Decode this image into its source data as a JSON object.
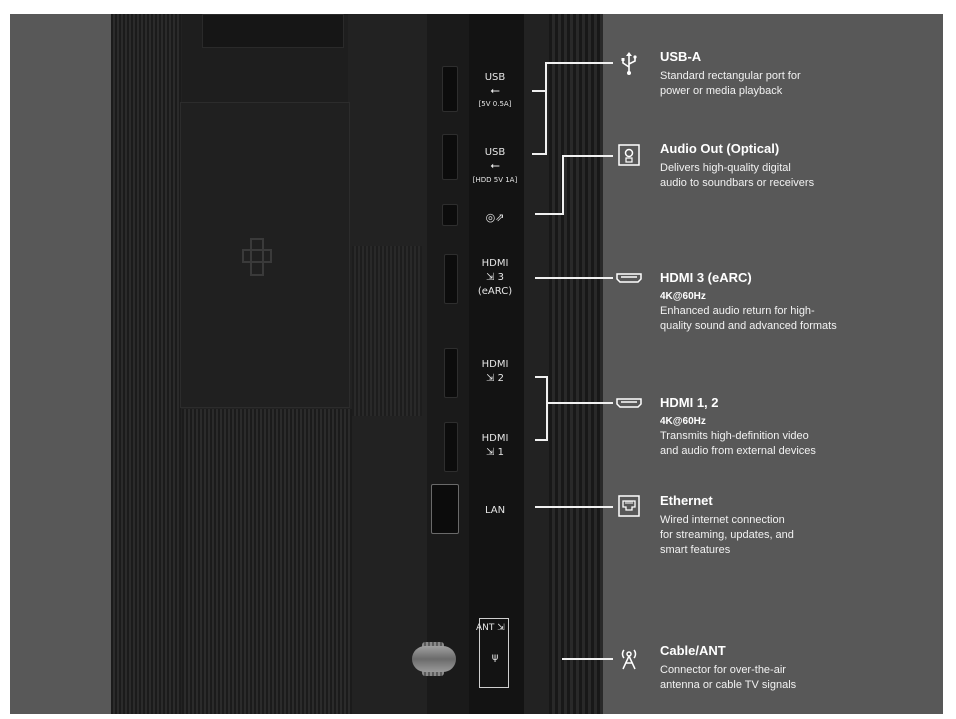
{
  "panel_labels": {
    "usb1_name": "USB",
    "usb1_rating": "[5V 0.5A]",
    "usb2_name": "USB",
    "usb2_rating": "[HDD 5V 1A]",
    "hdmi3_name": "HDMI",
    "hdmi3_num": "3",
    "hdmi3_earc": "(eARC)",
    "hdmi2_name": "HDMI",
    "hdmi2_num": "2",
    "hdmi1_name": "HDMI",
    "hdmi1_num": "1",
    "lan": "LAN",
    "ant": "ANT"
  },
  "items": [
    {
      "id": "usb-a",
      "icon": "usb-icon",
      "title": "USB-A",
      "spec": "",
      "desc": "Standard rectangular port for\npower or media playback"
    },
    {
      "id": "audio-out",
      "icon": "optical-audio-icon",
      "title": "Audio Out (Optical)",
      "spec": "",
      "desc": "Delivers high-quality digital\naudio to soundbars or receivers"
    },
    {
      "id": "hdmi3",
      "icon": "hdmi-icon",
      "title": "HDMI 3 (eARC)",
      "spec": "4K@60Hz",
      "desc": "Enhanced audio return for high-\nquality sound and advanced formats"
    },
    {
      "id": "hdmi12",
      "icon": "hdmi-icon",
      "title": "HDMI 1, 2",
      "spec": "4K@60Hz",
      "desc": "Transmits high-definition video\nand audio from external devices"
    },
    {
      "id": "ethernet",
      "icon": "ethernet-icon",
      "title": "Ethernet",
      "spec": "",
      "desc": "Wired internet connection\nfor streaming, updates, and\nsmart features"
    },
    {
      "id": "cable-ant",
      "icon": "antenna-icon",
      "title": "Cable/ANT",
      "spec": "",
      "desc": "Connector for over-the-air\nantenna or cable TV signals"
    }
  ],
  "colors": {
    "background": "#585858",
    "panel": "#222222",
    "text": "#ffffff"
  }
}
